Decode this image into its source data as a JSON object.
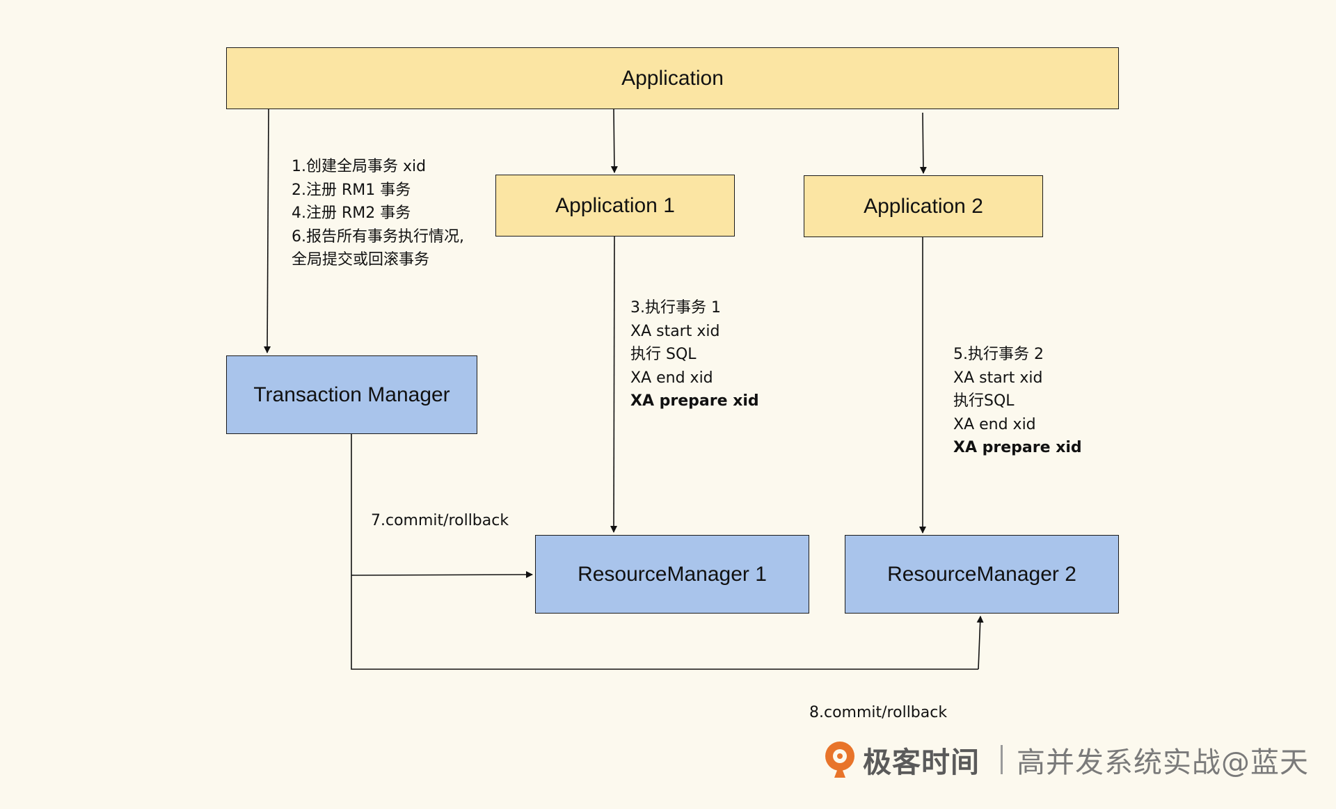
{
  "boxes": {
    "application": "Application",
    "application_1": "Application 1",
    "application_2": "Application 2",
    "transaction_manager": "Transaction Manager",
    "resource_manager_1": "ResourceManager 1",
    "resource_manager_2": "ResourceManager 2"
  },
  "notes": {
    "tm": [
      "1.创建全局事务 xid",
      "2.注册 RM1 事务",
      "4.注册 RM2 事务",
      "6.报告所有事务执行情况,",
      "全局提交或回滚事务"
    ],
    "app1": {
      "lines": [
        "3.执行事务 1",
        "XA start xid",
        "执行 SQL",
        "XA end xid"
      ],
      "bold": "XA prepare xid"
    },
    "app2": {
      "lines": [
        "5.执行事务 2",
        "XA start xid",
        "执行SQL",
        "XA end xid"
      ],
      "bold": "XA prepare xid"
    },
    "commit_7": "7.commit/rollback",
    "commit_8": "8.commit/rollback"
  },
  "footer": {
    "logo_icon": "geekbang-logo-icon",
    "brand": "极客时间",
    "series": "高并发系统实战@蓝天"
  },
  "colors": {
    "application_fill": "#fbe5a3",
    "manager_fill": "#a9c4eb",
    "background": "#fcf9ee"
  }
}
